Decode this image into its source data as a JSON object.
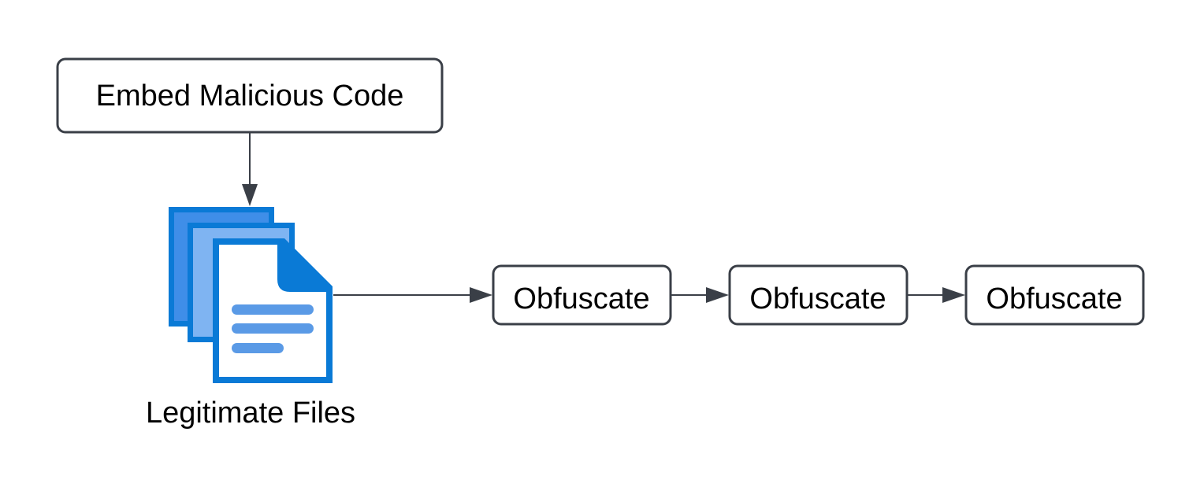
{
  "diagram": {
    "source_node": {
      "label": "Embed Malicious Code"
    },
    "files_node": {
      "label": "Legitimate Files",
      "icon": "documents-stack-icon"
    },
    "steps": [
      {
        "label": "Obfuscate"
      },
      {
        "label": "Obfuscate"
      },
      {
        "label": "Obfuscate"
      }
    ]
  },
  "colors": {
    "stroke": "#3a3f47",
    "icon_dark_blue": "#0a7ad6",
    "icon_mid_blue": "#3f8ee8",
    "icon_light_blue": "#7fb4f2",
    "icon_line_blue": "#5a9ae6"
  }
}
